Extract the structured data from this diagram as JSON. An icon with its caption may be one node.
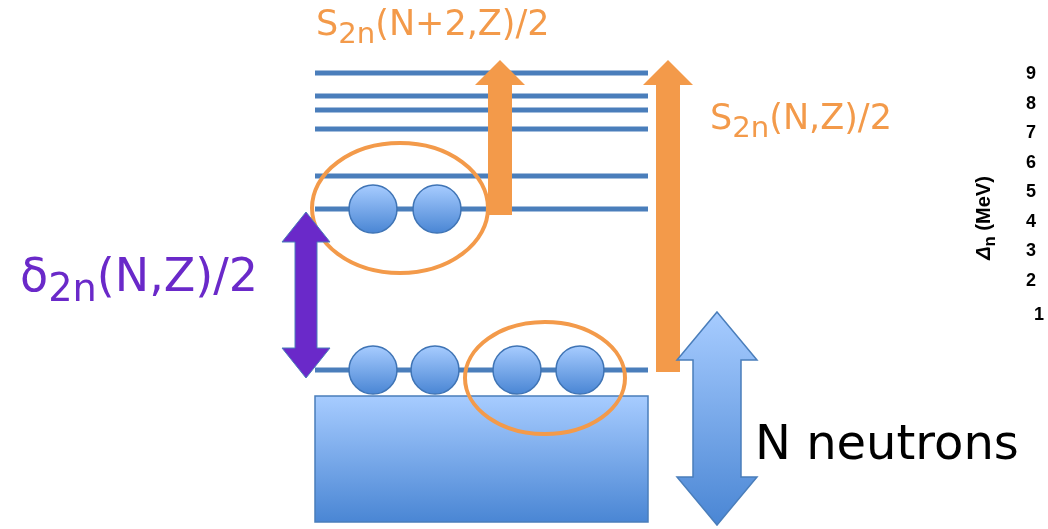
{
  "diagram": {
    "labels": [
      "S$_{2n}$(N+2,Z)/2",
      "S$_{2n}$(N,Z)/2",
      "δ$_{2n}$(N,Z)/2",
      "N neutrons",
      "*Δ*$_{n}$ (MeV)",
      "9",
      "8",
      "7",
      "6",
      "5",
      "4",
      "3",
      "2",
      "1"
    ]
  }
}
